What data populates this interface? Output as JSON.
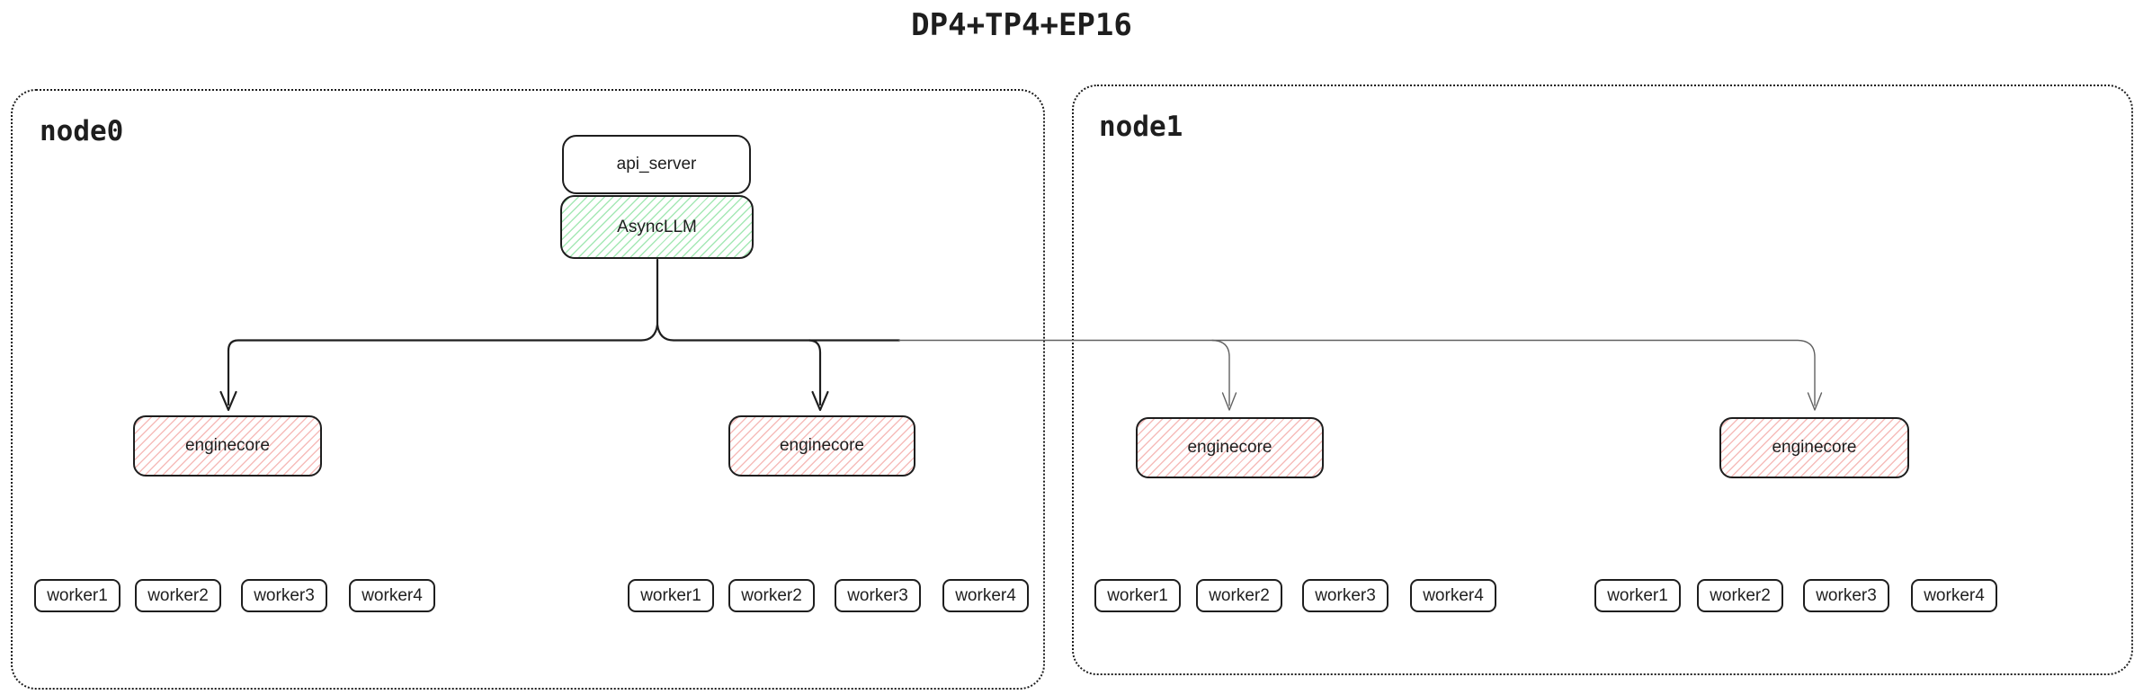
{
  "title": "DP4+TP4+EP16",
  "colors": {
    "stroke": "#1e1e1e",
    "connector_dark": "#1e1e1e",
    "connector_light": "#616161",
    "green_hatch": "#a5e8b5",
    "red_hatch": "#f6bcba",
    "background": "#ffffff"
  },
  "nodes": [
    {
      "id": "node0",
      "label": "node0"
    },
    {
      "id": "node1",
      "label": "node1"
    }
  ],
  "api_server": {
    "label": "api_server"
  },
  "async_llm": {
    "label": "AsyncLLM"
  },
  "groups": [
    {
      "node": "node0",
      "enginecore": {
        "label": "enginecore"
      },
      "workers": [
        {
          "label": "worker1"
        },
        {
          "label": "worker2"
        },
        {
          "label": "worker3"
        },
        {
          "label": "worker4"
        }
      ]
    },
    {
      "node": "node0",
      "enginecore": {
        "label": "enginecore"
      },
      "workers": [
        {
          "label": "worker1"
        },
        {
          "label": "worker2"
        },
        {
          "label": "worker3"
        },
        {
          "label": "worker4"
        }
      ]
    },
    {
      "node": "node1",
      "enginecore": {
        "label": "enginecore"
      },
      "workers": [
        {
          "label": "worker1"
        },
        {
          "label": "worker2"
        },
        {
          "label": "worker3"
        },
        {
          "label": "worker4"
        }
      ]
    },
    {
      "node": "node1",
      "enginecore": {
        "label": "enginecore"
      },
      "workers": [
        {
          "label": "worker1"
        },
        {
          "label": "worker2"
        },
        {
          "label": "worker3"
        },
        {
          "label": "worker4"
        }
      ]
    }
  ]
}
